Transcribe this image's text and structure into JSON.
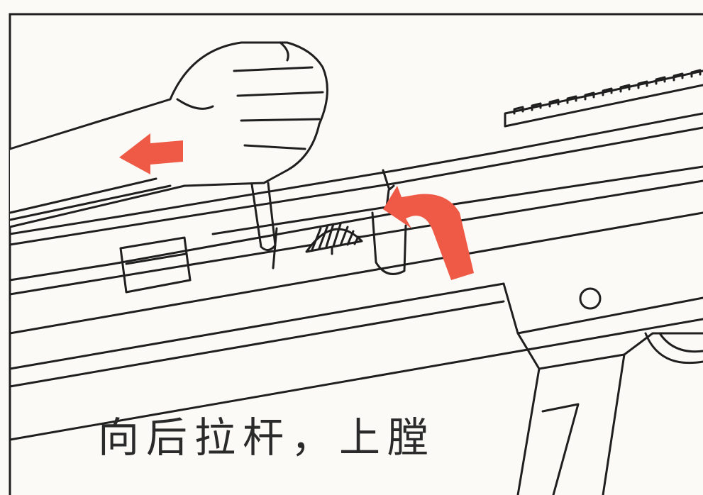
{
  "caption": "向后拉杆，上膛",
  "colors": {
    "paper": "#fbfaf6",
    "ink": "#1f1f1f",
    "arrow": "#ef5a46"
  },
  "icons": {
    "pull-back-arrow": "left-arrow",
    "chamber-arrow": "curved-up-left-arrow"
  }
}
